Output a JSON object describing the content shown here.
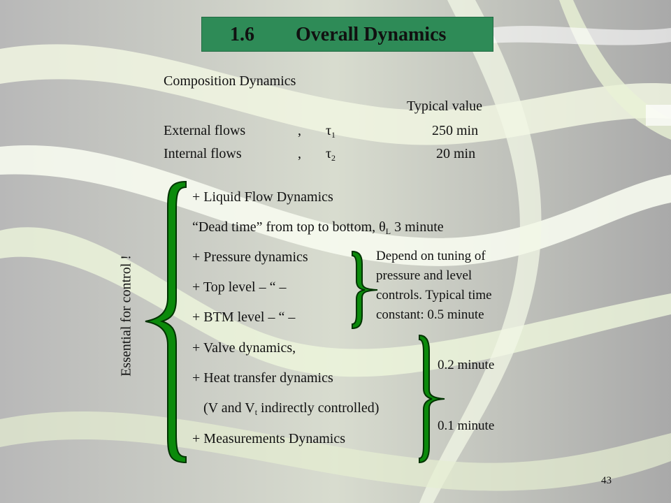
{
  "title": {
    "number": "1.6",
    "text": "Overall Dynamics"
  },
  "composition": {
    "heading": "Composition Dynamics",
    "typical_header": "Typical value",
    "rows": [
      {
        "label": "External flows",
        "comma": ",",
        "symbol": "τ",
        "subscript": "1",
        "value": "250 min"
      },
      {
        "label": "Internal flows",
        "comma": ",",
        "symbol": "τ",
        "subscript": "2",
        "value": "20 min"
      }
    ]
  },
  "side_label": "Essential for control !",
  "items": {
    "liquid_flow": "+ Liquid Flow Dynamics",
    "dead_time_a": "“Dead time” from top to bottom, θ",
    "dead_time_sub": "L",
    "dead_time_b": " 3 minute",
    "pressure": "+ Pressure dynamics",
    "top_level": "+ Top level – “ –",
    "btm_level": "+ BTM level – “ –",
    "valve": "+ Valve dynamics,",
    "heat": "+ Heat transfer dynamics",
    "vv_a": "(V and V",
    "vv_sub": "t",
    "vv_b": " indirectly controlled)",
    "measure": "+ Measurements Dynamics"
  },
  "notes": {
    "tuning": [
      "Depend on tuning of",
      "pressure and level",
      "controls. Typical time",
      "constant: 0.5 minute"
    ],
    "valve_time": "0.2 minute",
    "measure_time": "0.1 minute"
  },
  "page_number": "43",
  "colors": {
    "title_bg": "#2e8b57",
    "brace_fill": "#0b8a0b",
    "brace_stroke": "#003300"
  }
}
